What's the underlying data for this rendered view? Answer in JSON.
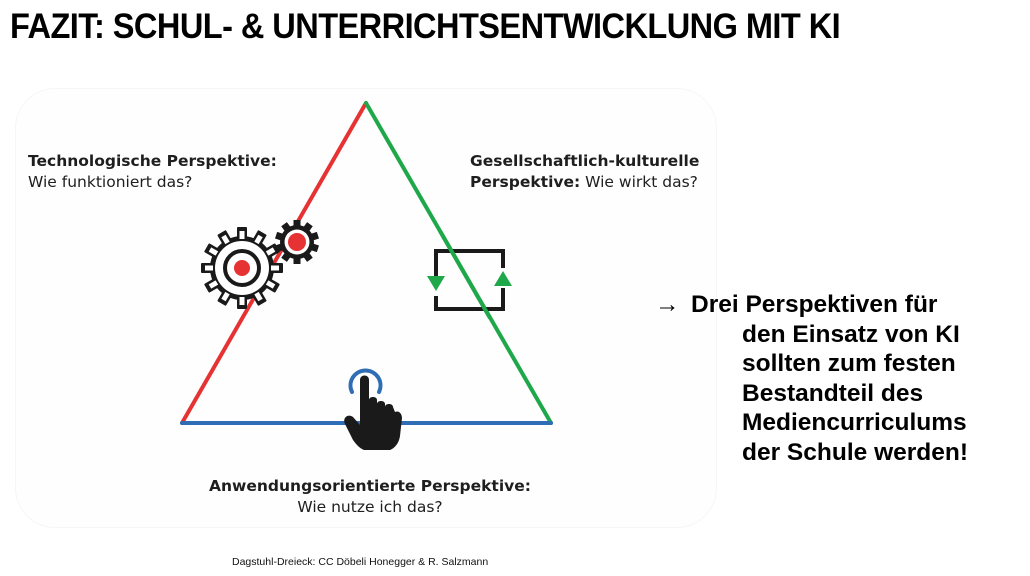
{
  "slide": {
    "title": "FAZIT: SCHUL- & UNTERRICHTSENTWICKLUNG MIT KI"
  },
  "diagram": {
    "name": "Dagstuhl-Dreieck",
    "colors": {
      "technological_side": "#e63232",
      "societal_side": "#1fa84a",
      "application_side": "#2f6db5",
      "icon_dark": "#1a1a1a"
    },
    "perspectives": [
      {
        "id": "technological",
        "heading": "Technologische Perspektive:",
        "question": "Wie funktioniert das?",
        "icon": "gears-icon"
      },
      {
        "id": "societal",
        "heading_line1": "Gesellschaftlich-kulturelle",
        "heading_line2": "Perspektive:",
        "question": "Wie wirkt das?",
        "icon": "cycle-arrows-icon"
      },
      {
        "id": "application",
        "heading": "Anwendungsorientierte Perspektive:",
        "question": "Wie nutze ich das?",
        "icon": "touch-hand-icon"
      }
    ]
  },
  "conclusion": {
    "arrow": "→",
    "line1": "Drei Perspektiven für",
    "rest": "den Einsatz von KI\nsollten zum festen\nBestandteil des\nMediencurriculums\nder Schule werden!"
  },
  "credit": "Dagstuhl-Dreieck: CC Döbeli Honegger & R. Salzmann"
}
